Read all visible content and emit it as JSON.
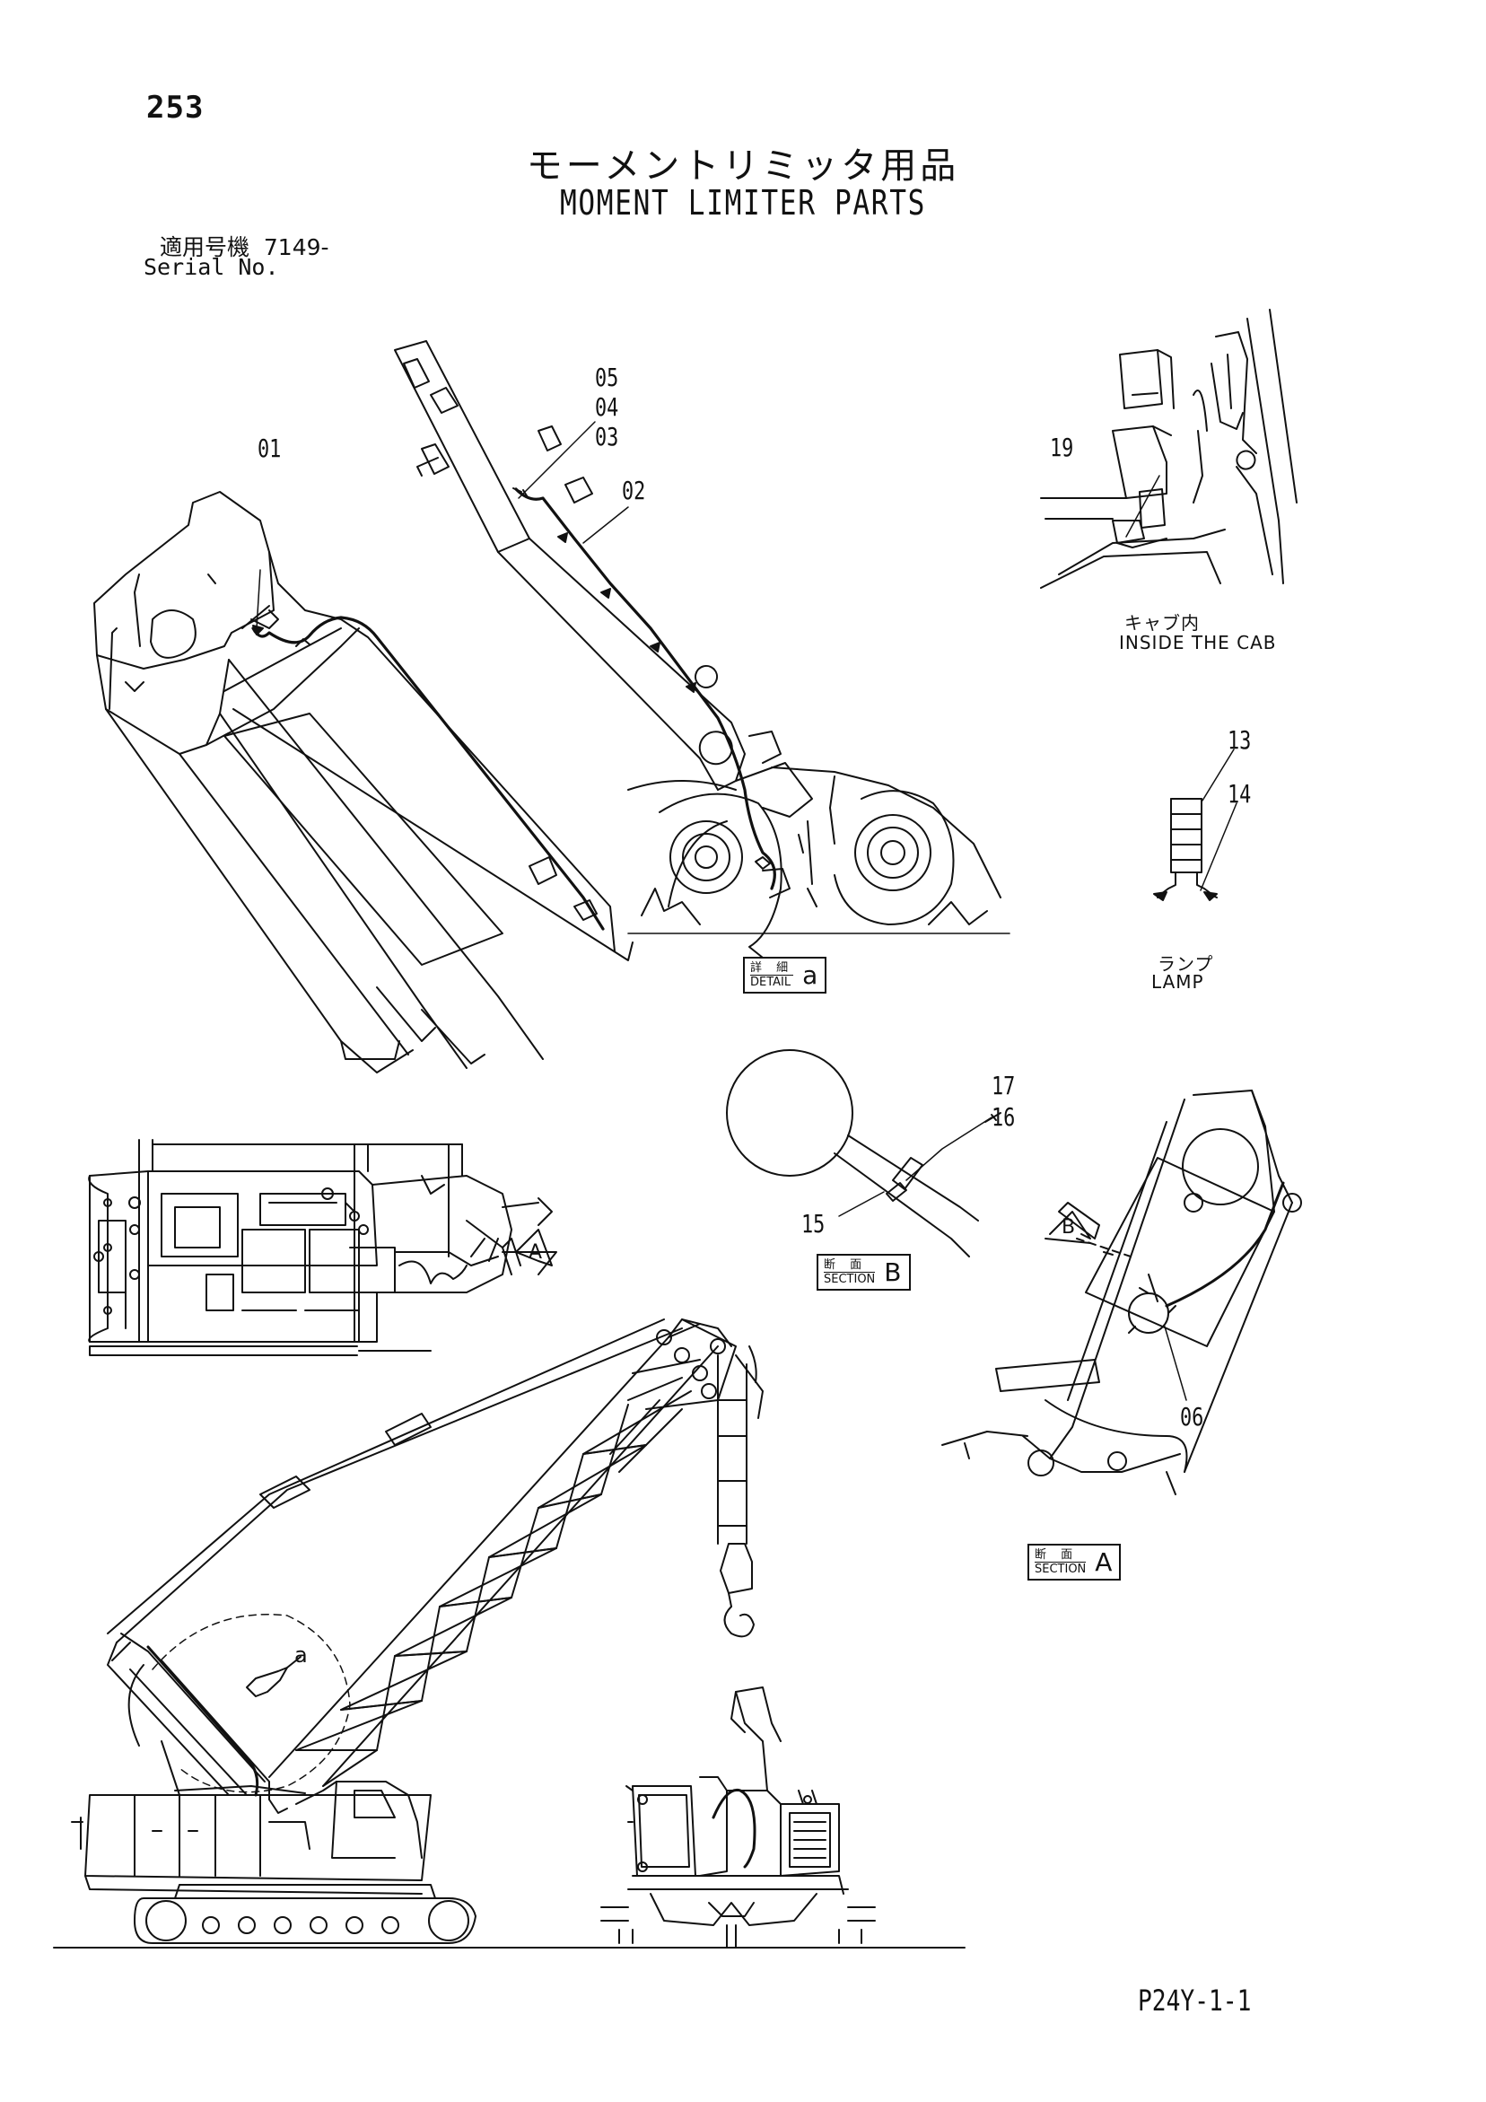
{
  "page_number": "253",
  "title_jp": "モーメントリミッタ用品",
  "title_en": "MOMENT LIMITER PARTS",
  "serial_jp": "適用号機  7149-",
  "serial_en": "Serial No.",
  "callouts": [
    "01",
    "02",
    "03",
    "04",
    "05",
    "06",
    "13",
    "14",
    "15",
    "16",
    "17",
    "19"
  ],
  "caption_cab_jp": "キャブ内",
  "caption_cab_en": "INSIDE THE CAB",
  "caption_lamp_jp": "ランプ",
  "caption_lamp_en": "LAMP",
  "detail_label": {
    "jp": "詳 細",
    "en": "DETAIL",
    "letter": "a"
  },
  "section_b_label": {
    "jp": "断 面",
    "en": "SECTION",
    "letter": "B"
  },
  "section_a_label": {
    "jp": "断 面",
    "en": "SECTION",
    "letter": "A"
  },
  "view_markers": {
    "a": "A",
    "b": "B",
    "detail_pointer": "a"
  },
  "footer_code": "P24Y-1-1"
}
